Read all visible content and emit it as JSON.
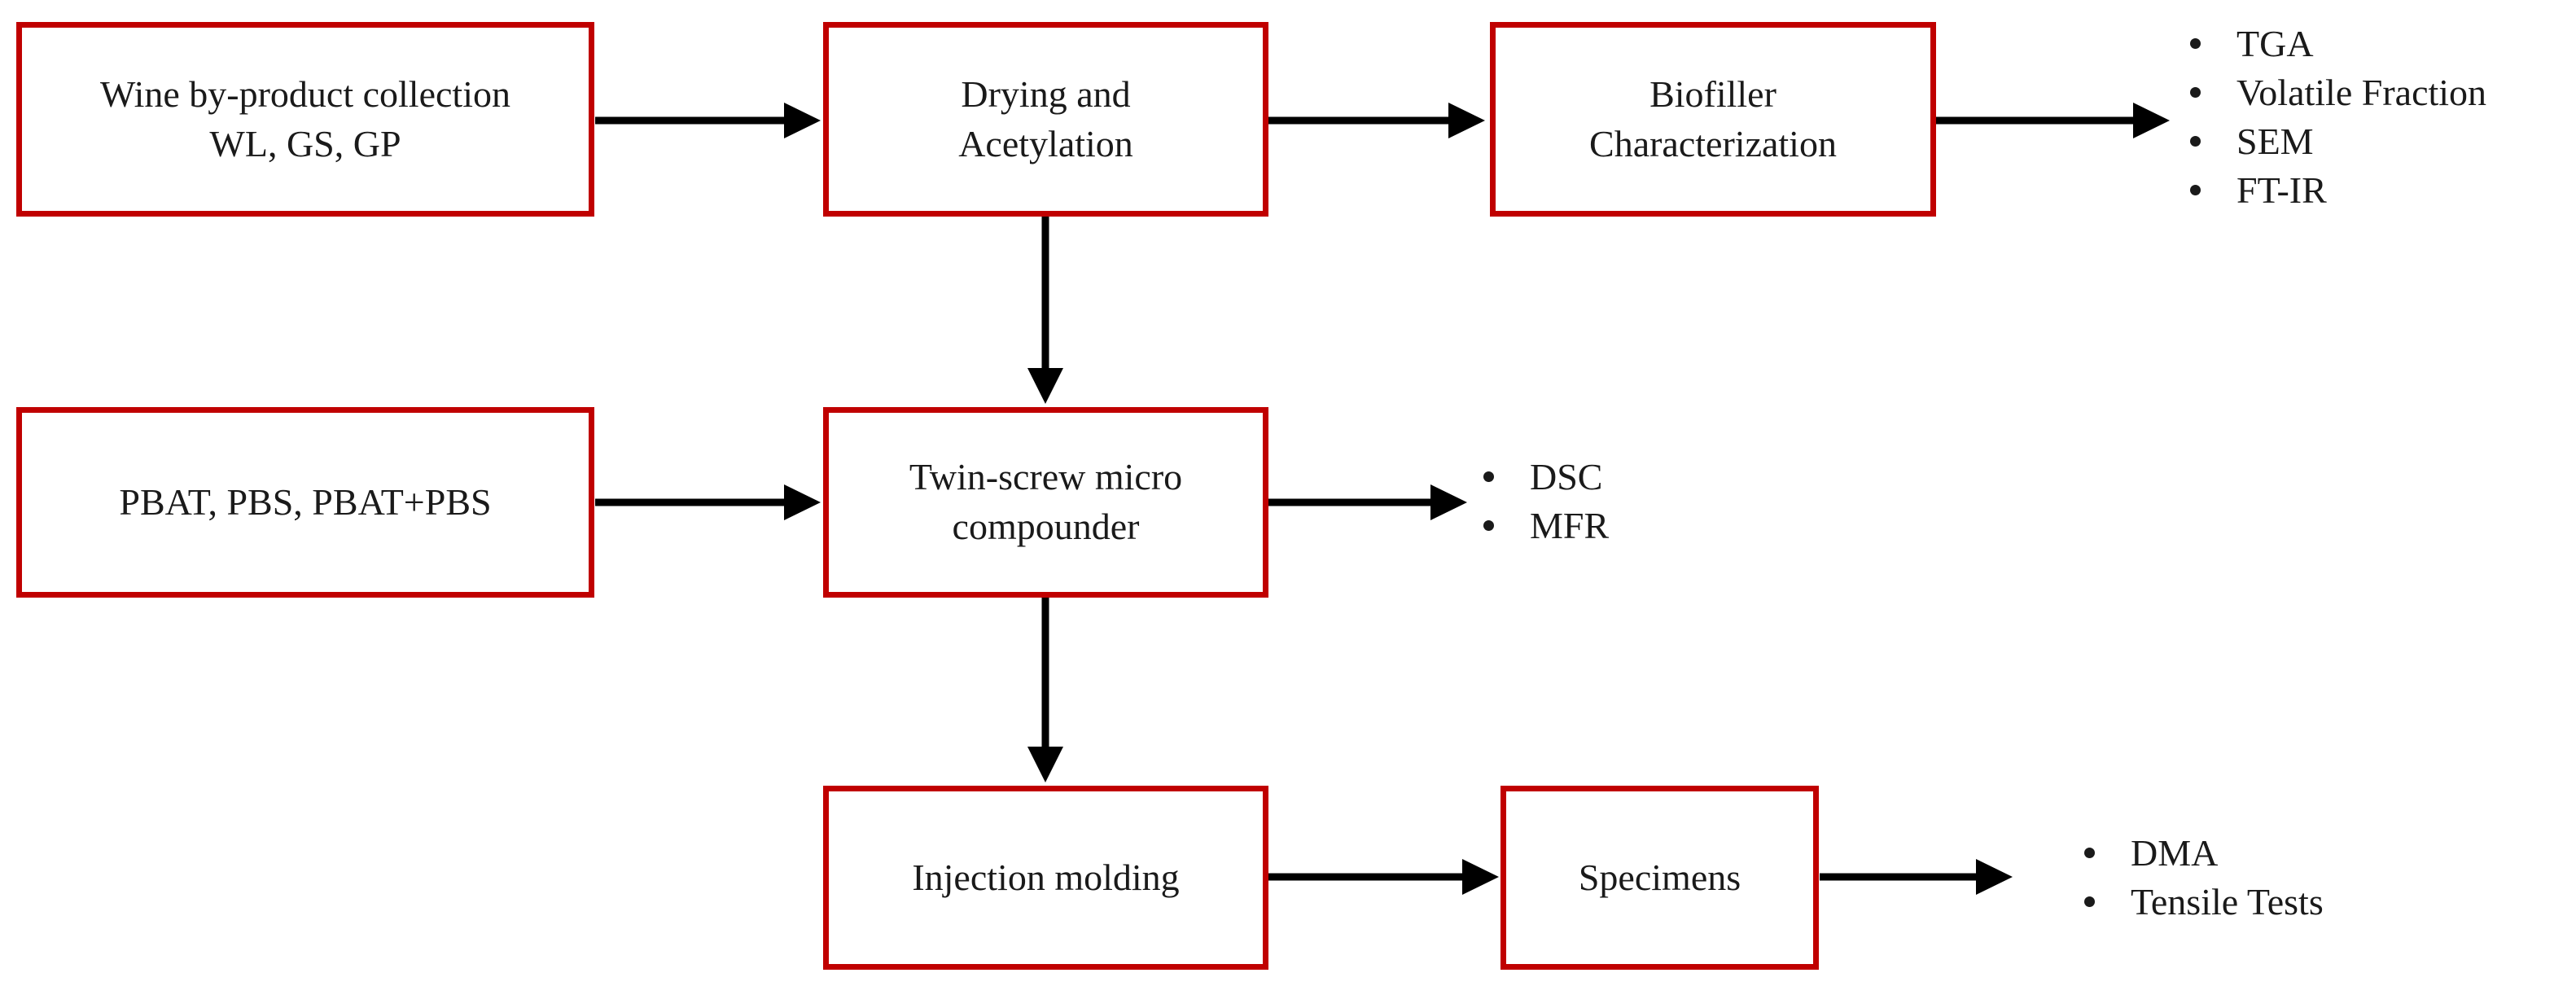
{
  "diagram": {
    "boxes": {
      "collection": {
        "line1": "Wine by-product collection",
        "line2": "WL, GS, GP"
      },
      "drying": {
        "line1": "Drying and",
        "line2": "Acetylation"
      },
      "biofiller": {
        "line1": "Biofiller",
        "line2": "Characterization"
      },
      "polymers": {
        "line1": "PBAT, PBS, PBAT+PBS"
      },
      "compounder": {
        "line1": "Twin-screw micro",
        "line2": "compounder"
      },
      "injection": {
        "line1": "Injection molding"
      },
      "specimens": {
        "line1": "Specimens"
      }
    },
    "lists": {
      "biofiller_tests": [
        "TGA",
        "Volatile Fraction",
        "SEM",
        "FT-IR"
      ],
      "compound_tests": [
        "DSC",
        "MFR"
      ],
      "specimen_tests": [
        "DMA",
        "Tensile Tests"
      ]
    },
    "colors": {
      "box_border": "#C00000",
      "arrow": "#000000",
      "text": "#1A1A1A",
      "background": "#FFFFFF"
    }
  }
}
